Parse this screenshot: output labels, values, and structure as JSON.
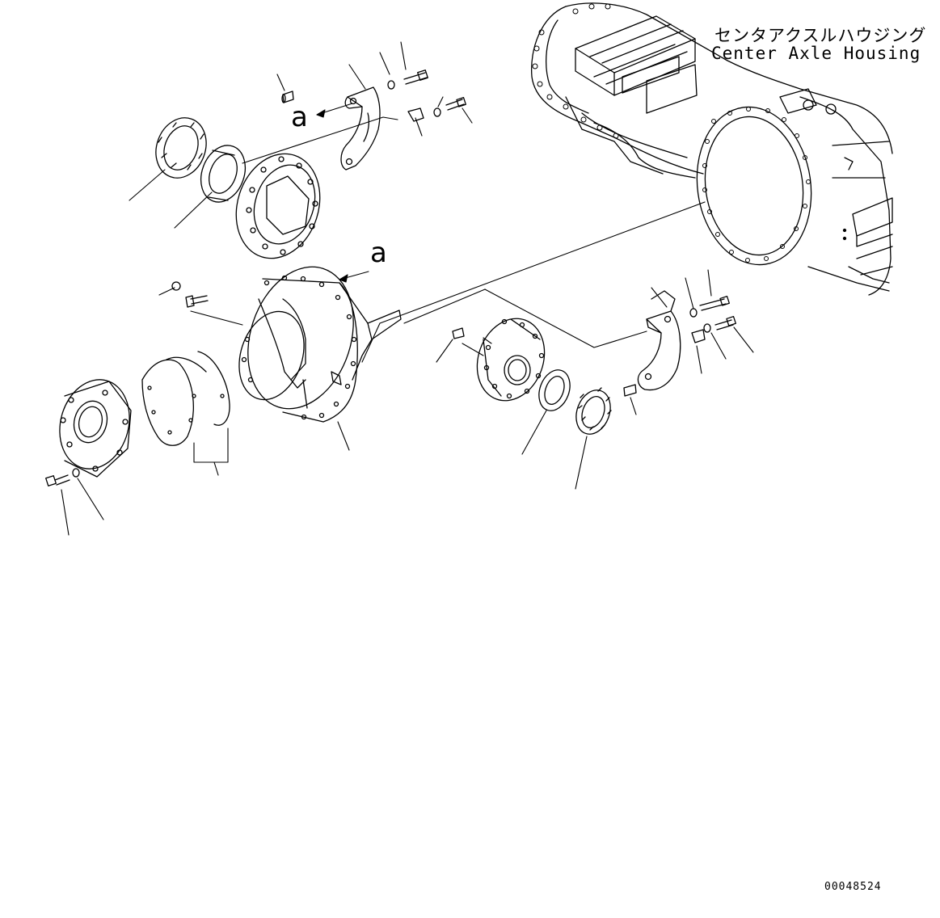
{
  "header": {
    "title_jp": "センタアクスルハウジング",
    "title_en": "Center Axle Housing"
  },
  "view_marks": {
    "upper": "a",
    "lower": "a"
  },
  "drawing_code": "00048524"
}
